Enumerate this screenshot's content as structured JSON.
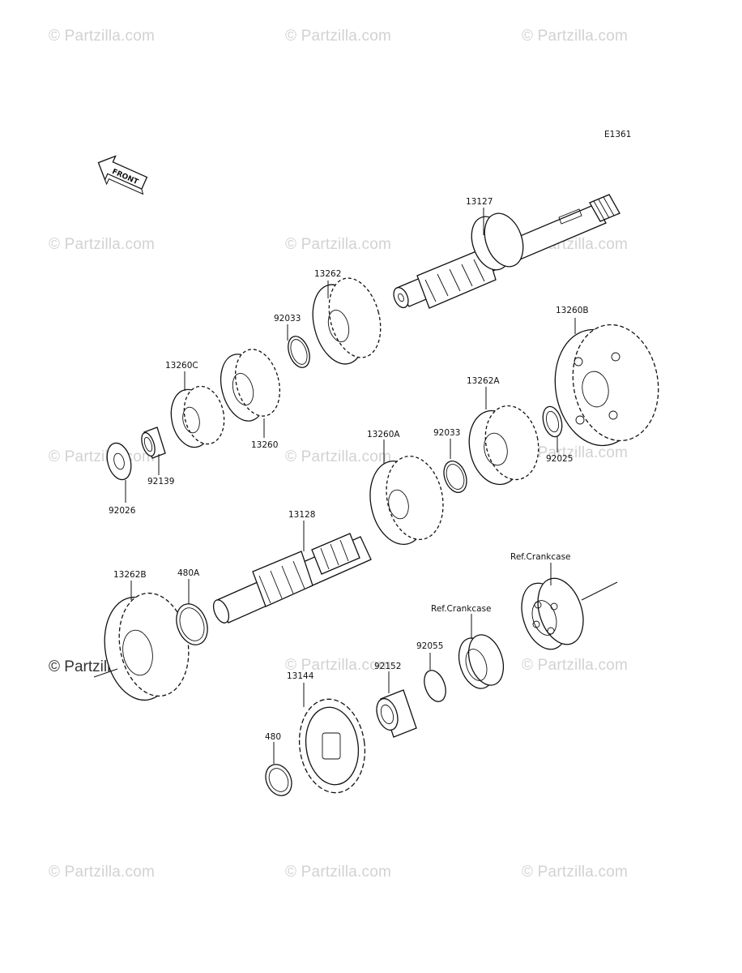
{
  "diagram_code": "E1361",
  "front_arrow_label": "FRONT",
  "watermarks": [
    "© Partzilla.com",
    "© Partzilla.com",
    "© Partzilla.com",
    "© Partzilla.com",
    "© Partzilla.com",
    "© Partzilla.com",
    "© Partzilla.com",
    "© Partzilla.com",
    "© Partzilla.com",
    "© Partzilla.com",
    "© Partzilla.com",
    "© Partzilla.com",
    "© Partzilla.com",
    "© Partzilla.com",
    "© Partzilla.com"
  ],
  "watermark_dark": "© Partzilla.com",
  "labels": {
    "p13127": "13127",
    "p13262": "13262",
    "p92033a": "92033",
    "p13260C": "13260C",
    "p13260": "13260",
    "p92139": "92139",
    "p92026": "92026",
    "p13260B": "13260B",
    "p13262A": "13262A",
    "p92033b": "92033",
    "p92025": "92025",
    "p13260A": "13260A",
    "p13128": "13128",
    "p13262B": "13262B",
    "p480A": "480A",
    "ref1": "Ref.Crankcase",
    "ref2": "Ref.Crankcase",
    "p92055": "92055",
    "p92152": "92152",
    "p13144": "13144",
    "p480": "480"
  }
}
